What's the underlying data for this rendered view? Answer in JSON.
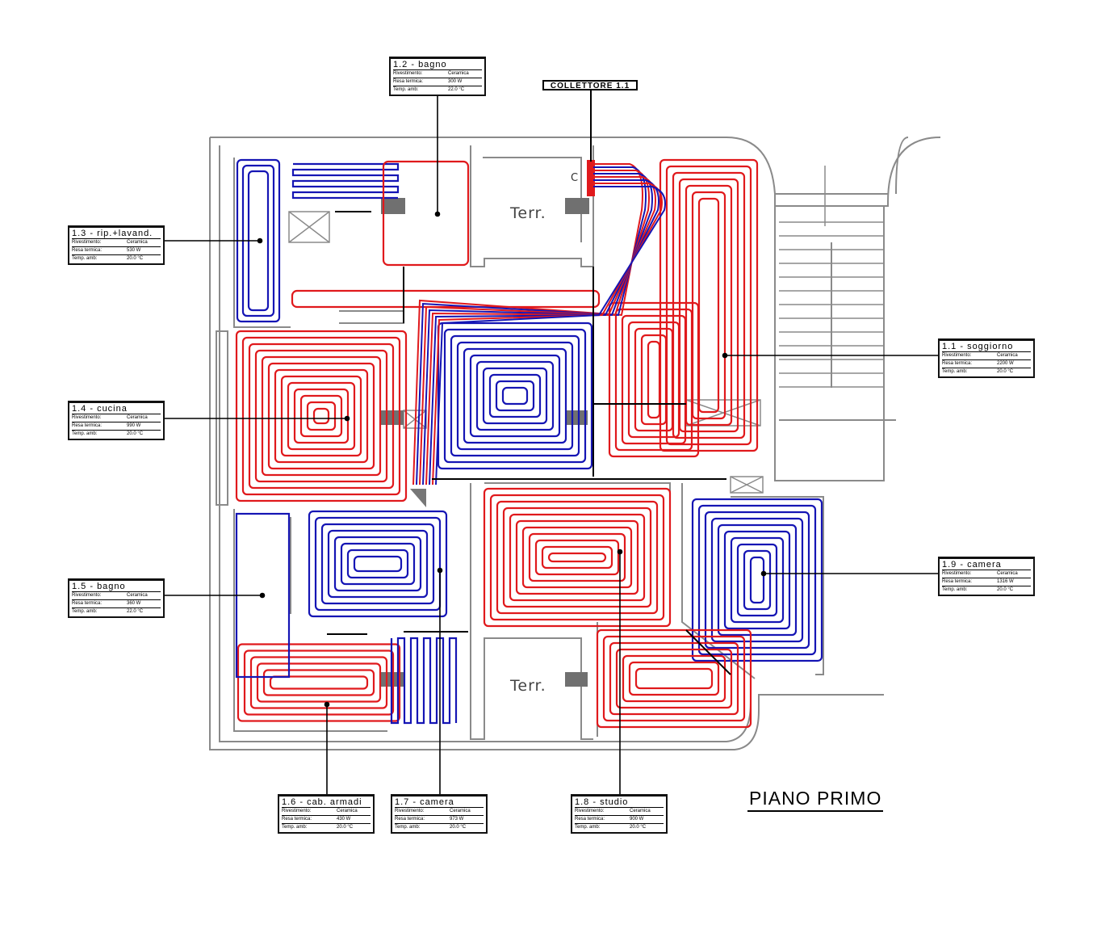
{
  "title": "PIANO PRIMO",
  "collector": "COLLETTORE 1.1",
  "terrace_label": "Terr.",
  "c_label": "C",
  "labels": {
    "rivestimento": "Rivestimento:",
    "resa_termica": "Resa termica:",
    "temp_amb": "Temp. amb:"
  },
  "rooms": [
    {
      "id": "1.1",
      "name": "1.1 - soggiorno",
      "rivestimento": "Ceramica",
      "resa": "2200 W",
      "temp": "20.0 °C"
    },
    {
      "id": "1.2",
      "name": "1.2 - bagno",
      "rivestimento": "Ceramica",
      "resa": "300 W",
      "temp": "22.0 °C"
    },
    {
      "id": "1.3",
      "name": "1.3 - rip.+lavand.",
      "rivestimento": "Ceramica",
      "resa": "530 W",
      "temp": "20.0 °C"
    },
    {
      "id": "1.4",
      "name": "1.4 - cucina",
      "rivestimento": "Ceramica",
      "resa": "990 W",
      "temp": "20.0 °C"
    },
    {
      "id": "1.5",
      "name": "1.5 - bagno",
      "rivestimento": "Ceramica",
      "resa": "360 W",
      "temp": "22.0 °C"
    },
    {
      "id": "1.6",
      "name": "1.6 - cab. armadi",
      "rivestimento": "Ceramica",
      "resa": "430 W",
      "temp": "20.0 °C"
    },
    {
      "id": "1.7",
      "name": "1.7 - camera",
      "rivestimento": "Ceramica",
      "resa": "973 W",
      "temp": "20.0 °C"
    },
    {
      "id": "1.8",
      "name": "1.8 - studio",
      "rivestimento": "Ceramica",
      "resa": "900 W",
      "temp": "20.0 °C"
    },
    {
      "id": "1.9",
      "name": "1.9 - camera",
      "rivestimento": "Ceramica",
      "resa": "1316 W",
      "temp": "20.0 °C"
    }
  ],
  "colors": {
    "supply": "#e0191c",
    "return": "#1515b4",
    "walls": "#8a8a8a",
    "leader": "#000000"
  }
}
